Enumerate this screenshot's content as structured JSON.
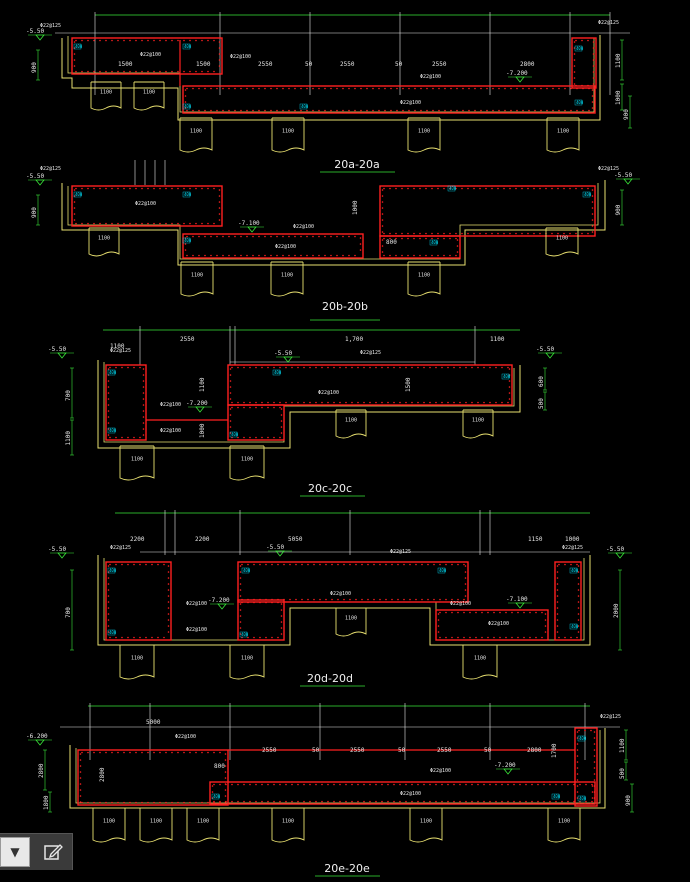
{
  "sections": [
    {
      "id": "a",
      "title": "20a-20a",
      "dims_top": [
        "2550",
        "2550",
        "2550",
        "2800"
      ],
      "dims_top_small": [
        "50",
        "50"
      ],
      "levels": [
        "-5.50",
        "-7.200"
      ],
      "rebar": [
        "Φ22@125",
        "Φ22@100",
        "Φ22@100",
        "Φ22@100",
        "Φ22@125",
        "Φ22@100"
      ],
      "left_dims": [
        "900"
      ],
      "right_dims": [
        "1100",
        "1000",
        "900"
      ],
      "inner_dims": [
        "1500",
        "1500"
      ],
      "piles": [
        "1100",
        "1100",
        "1100",
        "1100",
        "1100",
        "1100"
      ]
    },
    {
      "id": "b",
      "title": "20b-20b",
      "levels": [
        "-5.50",
        "-7.100",
        "-5.50"
      ],
      "rebar": [
        "Φ22@125",
        "Φ22@100",
        "Φ22@100",
        "Φ22@100",
        "Φ22@125"
      ],
      "left_dims": [
        "900"
      ],
      "right_dims": [
        "900"
      ],
      "inner_dims": [
        "1000",
        "800"
      ],
      "piles": [
        "1100",
        "1100",
        "1100",
        "1100",
        "1100"
      ]
    },
    {
      "id": "c",
      "title": "20c-20c",
      "dims_top": [
        "1100",
        "2550",
        "1,700",
        "1100"
      ],
      "levels": [
        "-5.50",
        "-5.50",
        "-7.200",
        "-5.50"
      ],
      "rebar": [
        "Φ22@125",
        "Φ22@125",
        "Φ22@100",
        "Φ22@100",
        "Φ22@100"
      ],
      "left_dims": [
        "700",
        "1100"
      ],
      "right_dims": [
        "600",
        "500"
      ],
      "inner_dims": [
        "1100",
        "1000",
        "1500"
      ],
      "piles": [
        "1100",
        "1100",
        "1100",
        "1100"
      ]
    },
    {
      "id": "d",
      "title": "20d-20d",
      "dims_top": [
        "2200",
        "2200",
        "5050",
        "1150",
        "1000"
      ],
      "levels": [
        "-5.50",
        "-5.50",
        "-7.200",
        "-7.100",
        "-5.50"
      ],
      "rebar": [
        "Φ22@125",
        "Φ22@100",
        "Φ22@100",
        "Φ22@125",
        "Φ22@125",
        "Φ22@100",
        "Φ22@100",
        "Φ22@100"
      ],
      "left_dims": [
        "700"
      ],
      "right_dims": [
        "2000"
      ],
      "piles": [
        "1100",
        "1100",
        "1100",
        "1100"
      ]
    },
    {
      "id": "e",
      "title": "20e-20e",
      "dims_top": [
        "5000",
        "2550",
        "2550",
        "2550",
        "2800"
      ],
      "dims_top_small": [
        "50",
        "50",
        "50"
      ],
      "levels": [
        "-6.200",
        "-7.200"
      ],
      "rebar": [
        "Φ22@100",
        "Φ22@100",
        "Φ22@100",
        "Φ22@125"
      ],
      "left_dims": [
        "2800",
        "1800"
      ],
      "right_dims": [
        "1100",
        "500",
        "900"
      ],
      "inner_dims": [
        "800",
        "2800",
        "1700"
      ],
      "piles": [
        "1100",
        "1100",
        "1100",
        "1100",
        "1100",
        "1100"
      ]
    }
  ],
  "toolbar": {
    "dropdown_icon": "chevron-down-icon",
    "edit_icon": "edit-icon"
  }
}
